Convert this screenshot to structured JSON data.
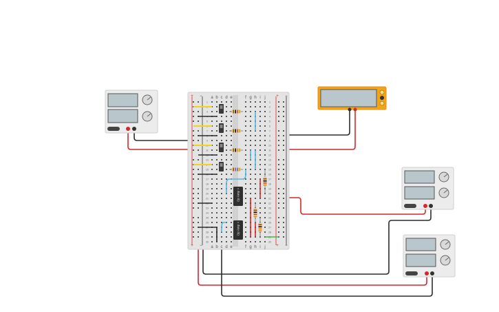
{
  "breadboard": {
    "columns_left": [
      "a",
      "b",
      "c",
      "d",
      "e"
    ],
    "columns_right": [
      "f",
      "g",
      "h",
      "i",
      "j"
    ],
    "rows": [
      "1",
      "2",
      "3",
      "4",
      "5",
      "6",
      "7",
      "8",
      "9",
      "10",
      "11",
      "12",
      "13",
      "14",
      "15",
      "16",
      "17",
      "18",
      "19",
      "20",
      "21",
      "22",
      "23",
      "24",
      "25",
      "26",
      "27",
      "28",
      "29",
      "30"
    ],
    "rail_plus": "+",
    "rail_minus": "−"
  },
  "ics": [
    {
      "label": "Op Amp"
    },
    {
      "label": "Op Amp"
    }
  ],
  "colors": {
    "wire_red": "#d4262b",
    "wire_black": "#2b2b2b",
    "wire_yellow": "#f2d21b",
    "wire_blue": "#5ab4dc",
    "wire_green": "#45b649",
    "multimeter": "#f2a51c",
    "board": "#e4e4e4",
    "supply": "#ececec"
  },
  "icons": [
    "power-supply-icon",
    "multimeter-icon",
    "breadboard-icon",
    "op-amp-icon",
    "resistor-icon",
    "switch-icon"
  ]
}
